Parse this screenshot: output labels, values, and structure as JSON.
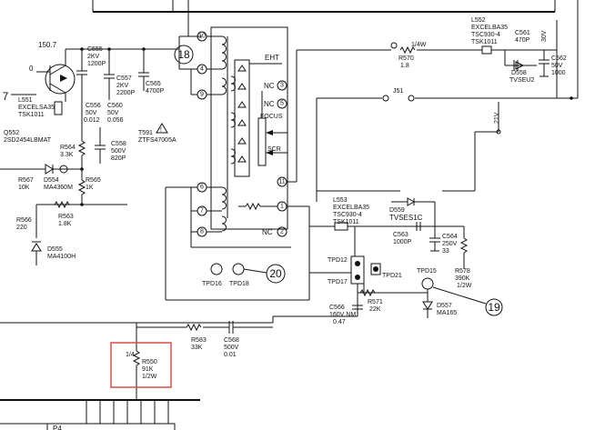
{
  "diagram": {
    "q_left_voltage": "150.7",
    "q_left_base_value": "0",
    "node_7": "7",
    "c555": [
      "C555",
      "2KV",
      "1200P"
    ],
    "c557": [
      "C557",
      "2KV",
      "2200P"
    ],
    "c556": [
      "C556",
      "50V",
      "0.012"
    ],
    "c560": [
      "C560",
      "50V",
      "0.056"
    ],
    "c558": [
      "C558",
      "500V",
      "820P"
    ],
    "c565": [
      "C565",
      "4700P"
    ],
    "l551": [
      "L551",
      "EXCELSA35",
      "TSK1011"
    ],
    "q552": [
      "Q552",
      "2SD2454LBMAT"
    ],
    "r564": [
      "R564",
      "3.3K"
    ],
    "r567": [
      "R567",
      "10K"
    ],
    "d554": [
      "D554",
      "MA4360M"
    ],
    "r565": [
      "R565",
      "1K"
    ],
    "r566": [
      "R566",
      "220"
    ],
    "r563": [
      "R563",
      "1.8K"
    ],
    "d555": [
      "D555",
      "MA4100H"
    ],
    "t591": [
      "T591",
      "ZTFS47005A"
    ],
    "callout_18": "18",
    "callout_19": "19",
    "callout_20": "20",
    "pins": [
      "10",
      "4",
      "9",
      "3",
      "5",
      "11",
      "6",
      "7",
      "8",
      "1",
      "2"
    ],
    "eht": "EHT",
    "nc": "NC",
    "focus": "FOCUS",
    "scr": "SCR",
    "l552": [
      "L552",
      "EXCELBA35",
      "TSC930-4",
      "TSK1011"
    ],
    "r570": [
      "R570",
      "1.8"
    ],
    "r570_top": "1/4W",
    "c561": [
      "C561",
      "470P"
    ],
    "d558": [
      "D558",
      "TVSEU2"
    ],
    "c562": [
      "C562",
      "50V",
      "1000"
    ],
    "supply_v": "30V",
    "j51": "J51",
    "supply_21v": "21V",
    "l553": [
      "L553",
      "EXCELBA35",
      "TSC930-4",
      "TSK1011"
    ],
    "d559": [
      "D559",
      "TVSES1C"
    ],
    "c563": [
      "C563",
      "1000P"
    ],
    "c564": [
      "C564",
      "250V",
      "33"
    ],
    "r578": [
      "R578",
      "390K",
      "1/2W"
    ],
    "tpd12": "TPD12",
    "tpd17": "TPD17",
    "tpd21": "TPD21",
    "tpd15": "TPD15",
    "tpd16": "TPD16",
    "tpd18": "TPD18",
    "r571": [
      "R571",
      "22K"
    ],
    "c566": [
      "C566",
      "160V NM",
      "0.47"
    ],
    "d557": [
      "D557",
      "MA165"
    ],
    "r583": [
      "R583",
      "33K"
    ],
    "c568": [
      "C568",
      "500V",
      "0.01"
    ],
    "r550": [
      "R550",
      "91K",
      "1/2W"
    ],
    "r550_top": "1/4",
    "p4": "P4"
  },
  "colors": {
    "ink": "#111111",
    "highlight": "#e04a4a",
    "paper": "#ffffff"
  },
  "icons": [
    "transistor-icon",
    "warning-triangle-icon",
    "diode-icon",
    "zener-diode-icon",
    "resistor-icon",
    "capacitor-icon",
    "transformer-coil-icon"
  ]
}
